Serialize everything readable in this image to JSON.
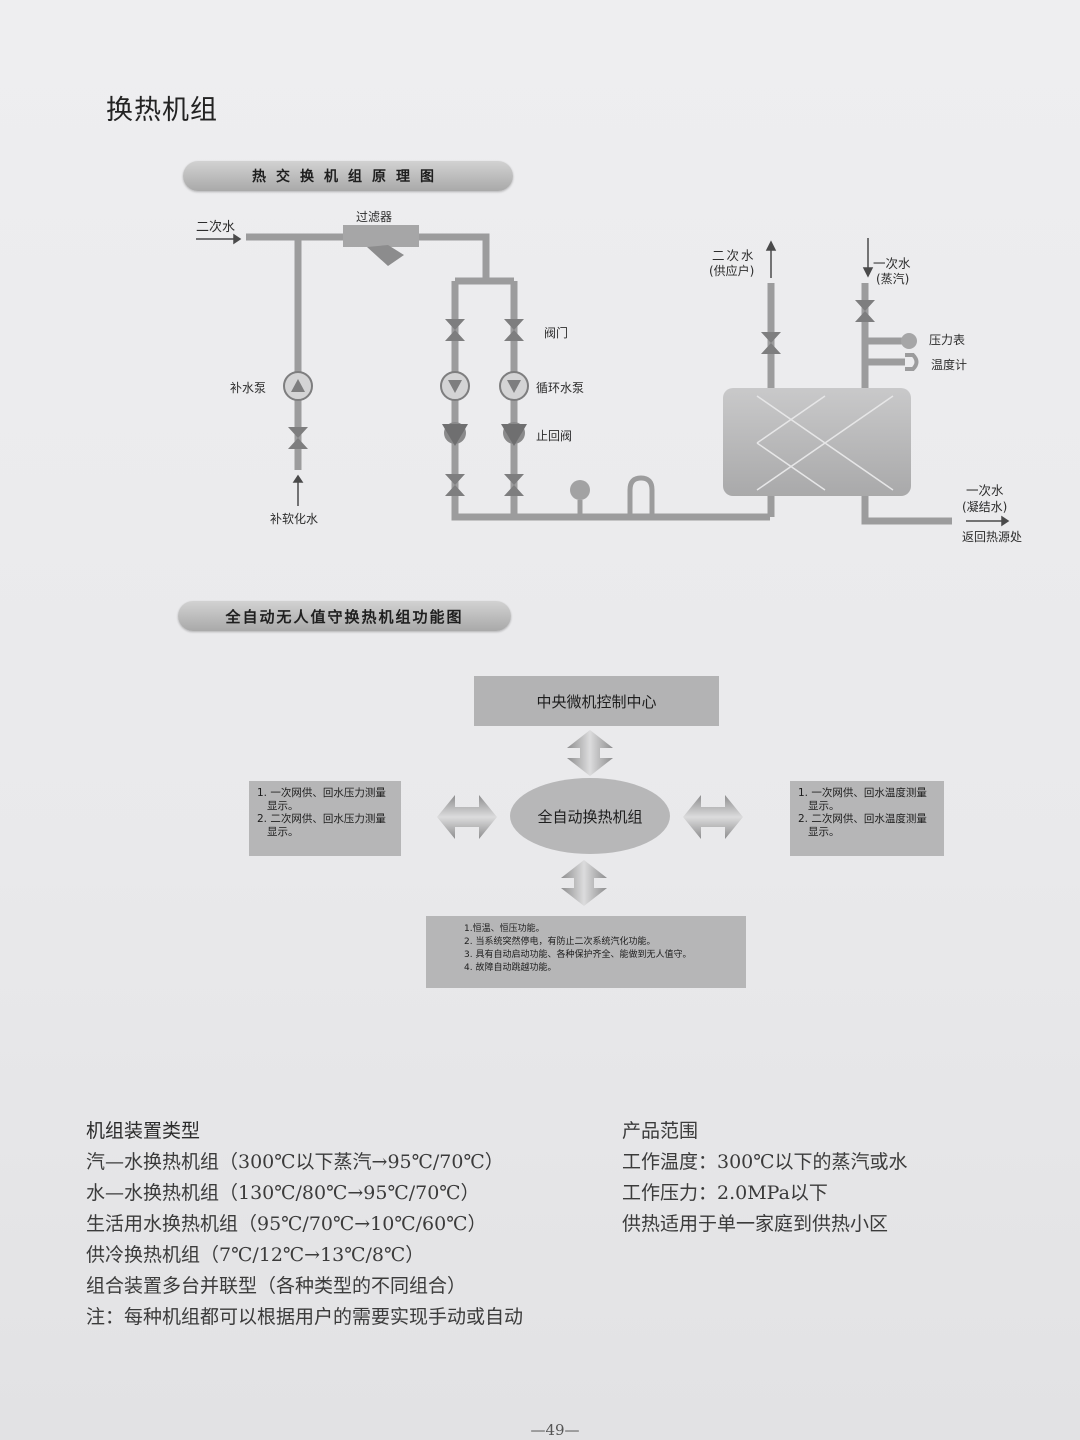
{
  "page_title": "换热机组",
  "banner1": "热交换机组原理图",
  "banner2": "全自动无人值守换热机组功能图",
  "diagram1": {
    "secondary_water_in": "二次水",
    "filter": "过滤器",
    "makeup_pump": "补水泵",
    "softened_water": "补软化水",
    "valve": "阀门",
    "circ_pump": "循环水泵",
    "check_valve": "止回阀",
    "secondary_water_out_line1": "二次水",
    "secondary_water_out_line2": "(供应户)",
    "primary_water_in_line1": "一次水",
    "primary_water_in_line2": "(蒸汽)",
    "pressure_gauge": "压力表",
    "thermometer": "温度计",
    "primary_water_out_line1": "一次水",
    "primary_water_out_line2": "(凝结水)",
    "return_to_source": "返回热源处"
  },
  "diagram2": {
    "central": "中央微机控制中心",
    "core": "全自动换热机组",
    "left_box": {
      "line1a": "1. 一次网供、回水压力测量",
      "line1b": "显示。",
      "line2a": "2. 二次网供、回水压力测量",
      "line2b": "显示。"
    },
    "right_box": {
      "line1a": "1. 一次网供、回水温度测量",
      "line1b": "显示。",
      "line2a": "2. 二次网供、回水温度测量",
      "line2b": "显示。"
    },
    "bottom_box": [
      "1.恒温、恒压功能。",
      "2. 当系统突然停电，有防止二次系统汽化功能。",
      "3. 具有自动启动功能、各种保护齐全、能做到无人值守。",
      "4. 故障自动跳越功能。"
    ]
  },
  "types": {
    "heading": "机组装置类型",
    "items": [
      "汽—水换热机组（300℃以下蒸汽→95℃/70℃）",
      "水—水换热机组（130℃/80℃→95℃/70℃）",
      "生活用水换热机组（95℃/70℃→10℃/60℃）",
      "供冷换热机组（7℃/12℃→13℃/8℃）",
      "组合装置多台并联型（各种类型的不同组合）",
      "注：每种机组都可以根据用户的需要实现手动或自动"
    ]
  },
  "range": {
    "heading": "产品范围",
    "items": [
      "工作温度：300℃以下的蒸汽或水",
      "工作压力：2.0MPa以下",
      "供热适用于单一家庭到供热小区"
    ]
  },
  "page_number": "—49—",
  "colors": {
    "pipe": "#9a9a9b",
    "box": "#b6b6b7",
    "text": "#2e2e2e"
  }
}
